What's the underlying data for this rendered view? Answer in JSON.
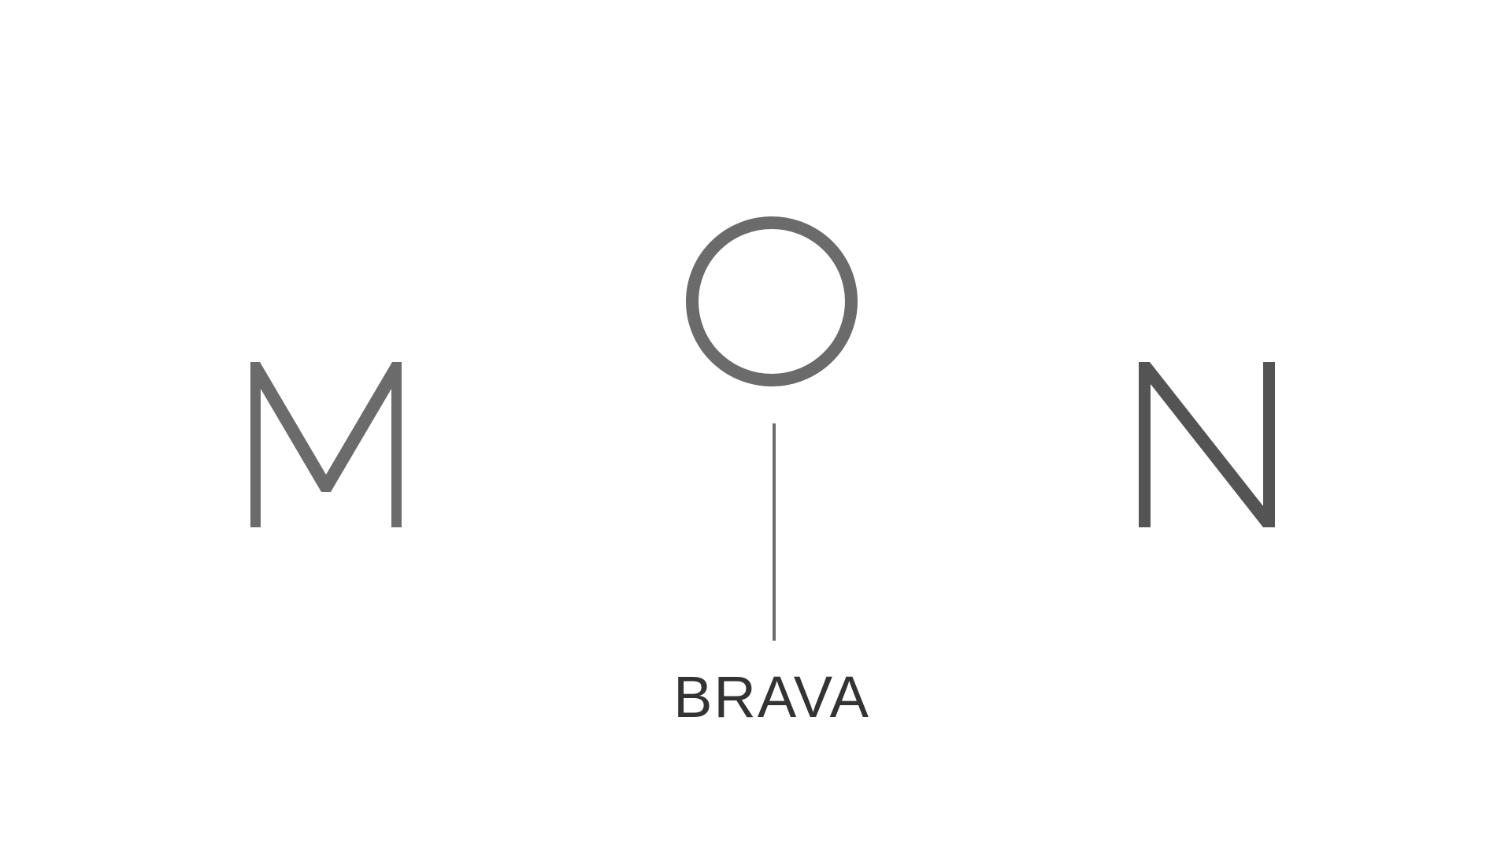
{
  "logo": {
    "letters": [
      "M",
      "O",
      "N"
    ],
    "subtitle": "BRAVA",
    "colors": {
      "letters": "#6b6b6b",
      "letter_n": "#545454",
      "divider": "#6b6b6b",
      "subtitle": "#333333",
      "background": "#ffffff"
    }
  }
}
